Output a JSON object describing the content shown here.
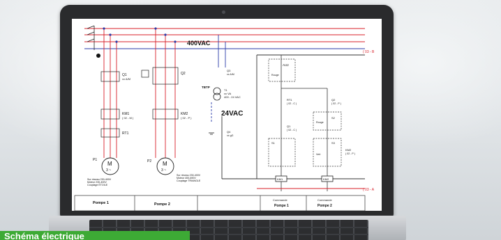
{
  "schematic": {
    "supply_voltage": "400VAC",
    "control_voltage": "24VAC",
    "transformer_tag": "TBTP",
    "transformer_label": "T1",
    "transformer_rating_1": "xx VA",
    "transformer_rating_2": "400 - 24 VAC",
    "motor_symbol": "M",
    "motor_phase": "3 ~",
    "pump1": {
      "tag": "P1",
      "breaker": "Q1",
      "breaker_rating": "xx A/M",
      "contactor": "KM1",
      "contactor_ref": "( 02 - M )",
      "relay": "RT1",
      "specs": [
        "Sur réseau 230-400V",
        "Moteur 230-400V",
        "Couplage ÉTOILE"
      ]
    },
    "pump2": {
      "tag": "P2",
      "breaker": "Q2",
      "contactor": "KM2",
      "contactor_ref": "( 02 - P )",
      "specs": [
        "Sur réseau 230-400V",
        "Moteur 400-690V",
        "Couplage TRIANGLE"
      ]
    },
    "control": {
      "q3": "Q3",
      "q3_rating": "xx A/M",
      "q4": "Q4",
      "q4_rating": "xx gG",
      "au": "AU2",
      "au_label": "Rouge",
      "rt1_ref": "RT1",
      "rt1_sub": "( 02 - C )",
      "q1_ref": "Q1",
      "q1_sub": "( 02 - C )",
      "q2_ref": "Q2",
      "q2_sub": "( 02 - P )",
      "s1": "S1",
      "s2": "S2",
      "s2_label": "Rouge",
      "s3": "S3",
      "s3_label": "Vert",
      "km1": "KM1",
      "km2": "KM2",
      "km2_ref": "KM2",
      "km2_sub": "( 02 - P )",
      "ref_top": "( 03 - B",
      "ref_bottom": "( 03 - A"
    },
    "title_block": {
      "col1": "Pompe 1",
      "col2": "Pompe 2",
      "col4_head": "Commande",
      "col4": "Pompe 1",
      "col5_head": "Commande",
      "col5": "Pompe 2"
    }
  },
  "banner_text": "Schéma électrique"
}
